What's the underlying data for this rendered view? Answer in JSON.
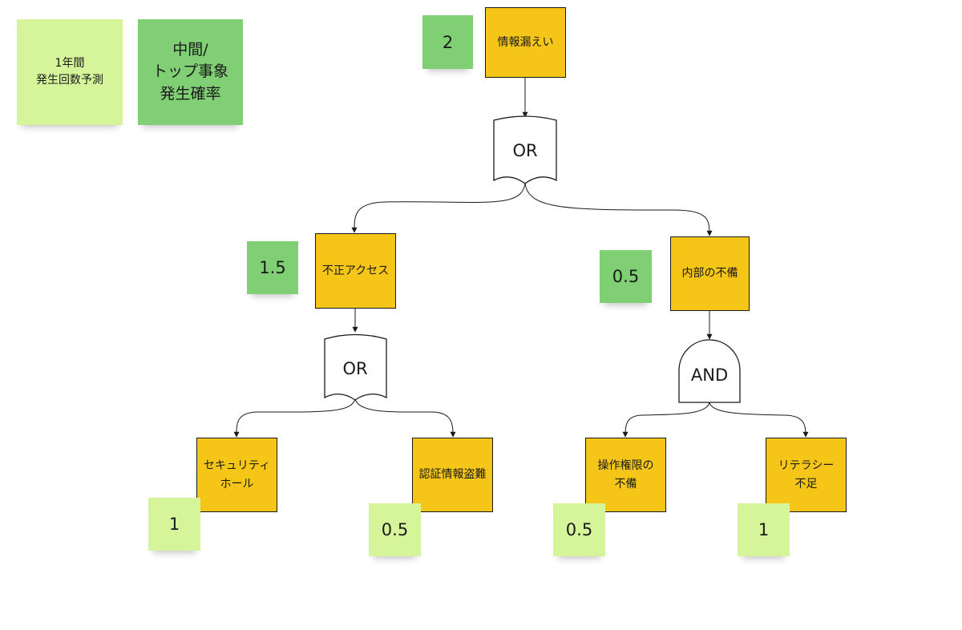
{
  "legend": {
    "annual_prediction": "1年間\n発生回数予測",
    "intermediate_probability": "中間/\nトップ事象\n発生確率"
  },
  "top_event": {
    "label": "情報漏えい",
    "value": "2"
  },
  "gates": {
    "top_or": "OR",
    "left_or": "OR",
    "right_and": "AND"
  },
  "intermediate_events": {
    "unauthorized_access": {
      "label": "不正アクセス",
      "value": "1.5"
    },
    "internal_defect": {
      "label": "内部の不備",
      "value": "0.5"
    }
  },
  "basic_events": {
    "security_hole": {
      "label": "セキュリティ\nホール",
      "value": "1"
    },
    "credential_theft": {
      "label": "認証情報盗難",
      "value": "0.5"
    },
    "permission_defect": {
      "label": "操作権限の\n不備",
      "value": "0.5"
    },
    "literacy_lack": {
      "label": "リテラシー\n不足",
      "value": "1"
    }
  },
  "colors": {
    "event_fill": "#f5c518",
    "probability_sticky": "#80cf75",
    "prediction_sticky": "#d6f59a",
    "outline": "#1a1a1a"
  }
}
